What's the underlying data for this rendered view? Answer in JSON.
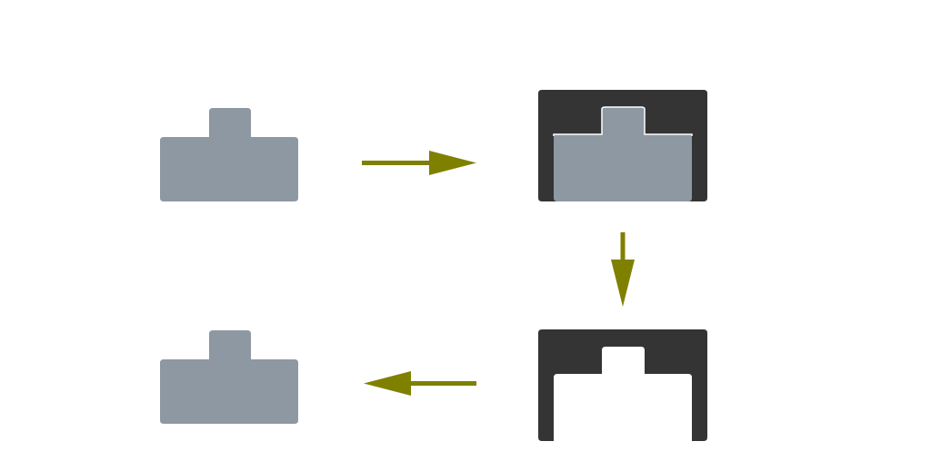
{
  "colors": {
    "background": "#ffffff",
    "part": "#8e98a3",
    "mold": "#343434",
    "arrow": "#808000"
  },
  "steps": [
    {
      "name": "original-part",
      "fill": "part"
    },
    {
      "name": "part-in-mold",
      "fill": "mold"
    },
    {
      "name": "empty-mold",
      "fill": "mold"
    },
    {
      "name": "cast-part",
      "fill": "part"
    }
  ],
  "arrows": [
    {
      "from": "original-part",
      "to": "part-in-mold",
      "direction": "right"
    },
    {
      "from": "part-in-mold",
      "to": "empty-mold",
      "direction": "down"
    },
    {
      "from": "empty-mold",
      "to": "cast-part",
      "direction": "left"
    }
  ]
}
